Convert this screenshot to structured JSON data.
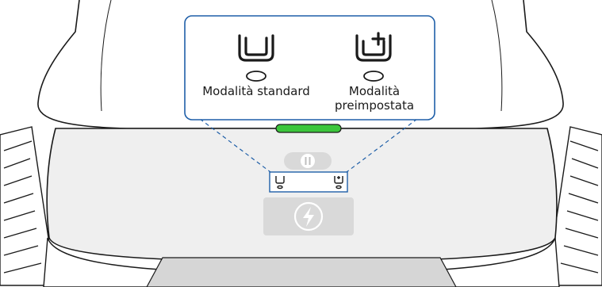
{
  "callout": {
    "standard_mode_label": "Modalità standard",
    "preset_mode_label_line1": "Modalità",
    "preset_mode_label_line2": "preimpostata"
  },
  "colors": {
    "callout_border": "#1f5fa8",
    "status_light": "#3cc63c",
    "outline": "#1a1a1a",
    "panel_fill": "#efefef",
    "button_fill": "#d9d9d9"
  },
  "icons": {
    "standard": "container-icon",
    "preset": "container-plus-icon",
    "pause": "pause-icon",
    "power": "lightning-icon"
  }
}
